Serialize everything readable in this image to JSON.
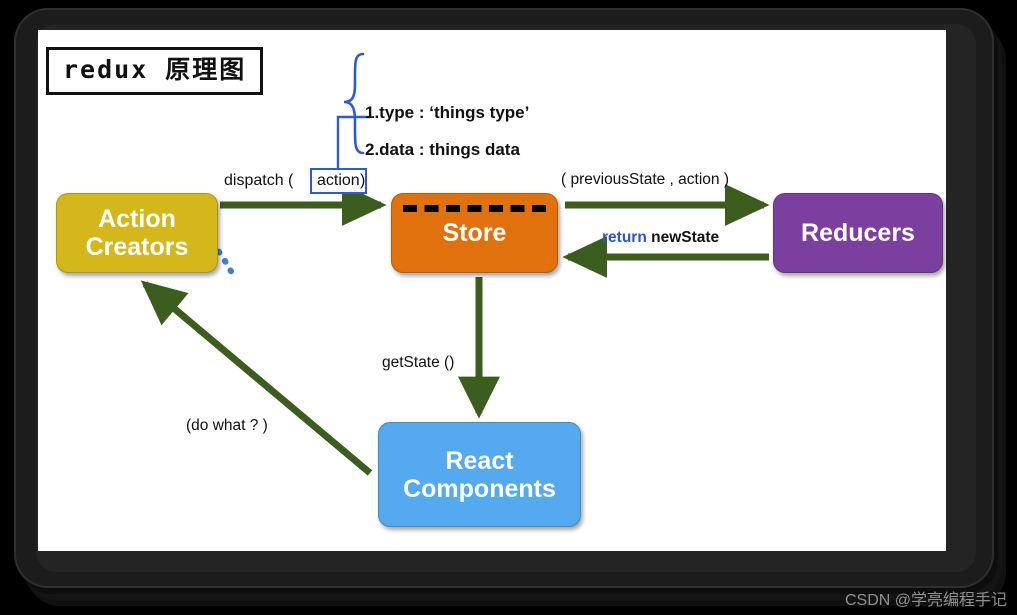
{
  "diagram": {
    "title": "redux 原理图",
    "nodes": [
      {
        "id": "action-creators",
        "label": "Action\nCreators",
        "color": "#d4b81b"
      },
      {
        "id": "store",
        "label": "Store",
        "color": "#e1710d"
      },
      {
        "id": "reducers",
        "label": "Reducers",
        "color": "#7b3f9f"
      },
      {
        "id": "react-components",
        "label": "React\nComponents",
        "color": "#55a9ef"
      }
    ],
    "edge_labels": {
      "dispatch_prefix": "dispatch ( ",
      "dispatch_token": "action",
      "dispatch_suffix": " )",
      "previous_state": "( previousState , action )",
      "return_keyword": "return",
      "return_value": " newState",
      "get_state": "getState ()",
      "do_what": "(do what ? )"
    },
    "brace_items": [
      "1.type : ‘things type’",
      "2.data :  things data"
    ],
    "colors": {
      "arrow_green": "#3b5d1e",
      "accent_blue": "#2f5bd0",
      "keyword_blue": "#2a57c8",
      "dotted_blue": "#3f7fd0",
      "canvas": "#ffffff",
      "bezel": "#1c1c1c"
    }
  },
  "watermark": "CSDN @学亮编程手记"
}
